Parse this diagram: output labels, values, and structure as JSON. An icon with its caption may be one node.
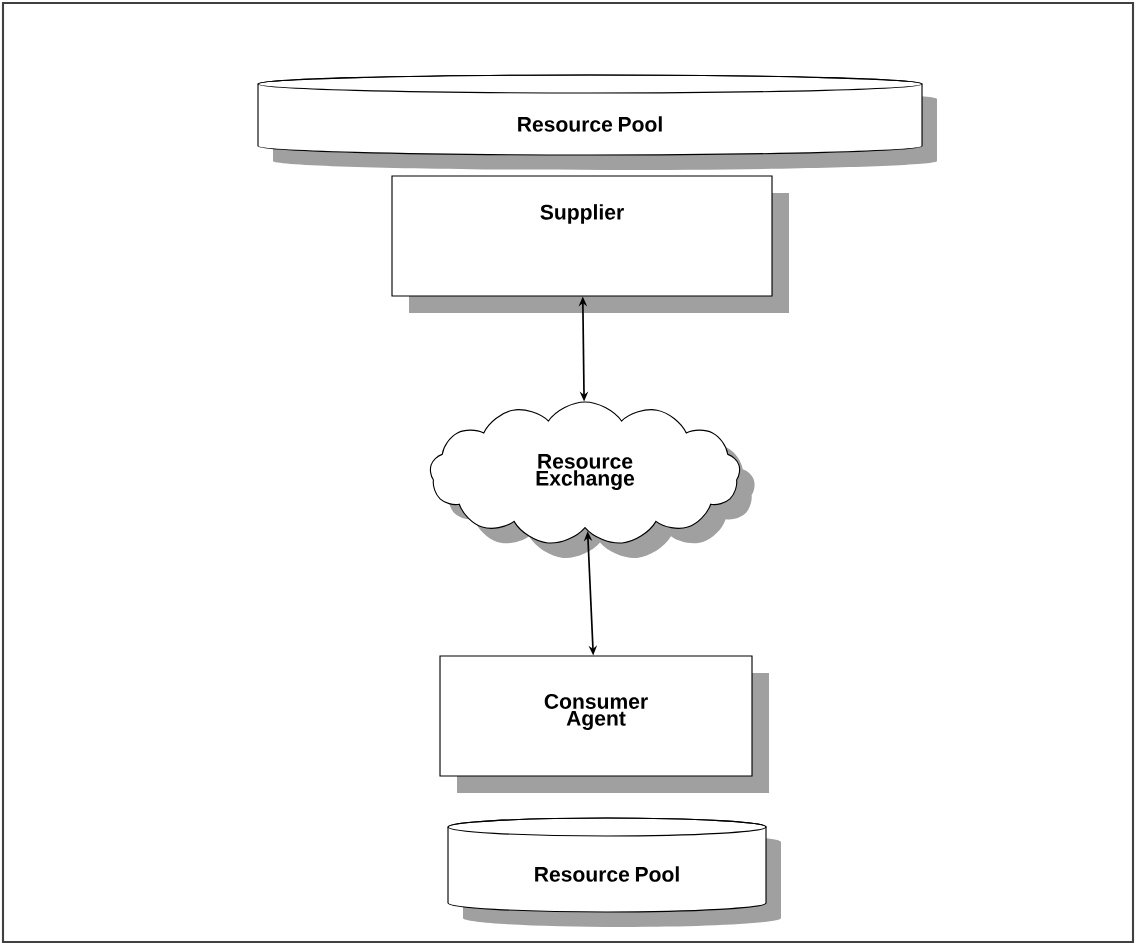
{
  "diagram": {
    "nodes": [
      {
        "text": [
          "Resource Pool"
        ]
      },
      {
        "text": [
          "Supplier"
        ]
      },
      {
        "text": [
          "Resource Exchange"
        ]
      },
      {
        "text": [
          "Consumer Agent"
        ]
      },
      {
        "text": [
          "Resource Pool"
        ]
      }
    ],
    "edges": [
      {
        "from": 1,
        "to": 2,
        "arrow": "both"
      },
      {
        "from": 2,
        "to": 3,
        "arrow": "both"
      }
    ]
  }
}
